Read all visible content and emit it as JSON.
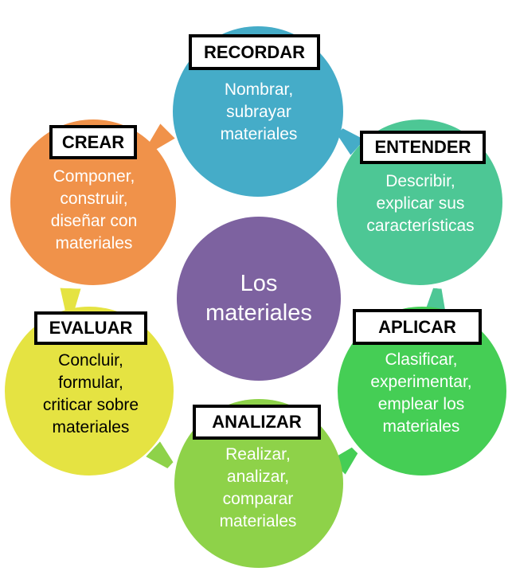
{
  "diagram": {
    "type": "cycle",
    "background": "#FFFFFF",
    "center": {
      "label": "Los\nmateriales",
      "color": "#7D62A0",
      "text_color": "#FFFFFF"
    },
    "nodes": [
      {
        "id": "recordar",
        "title": "RECORDAR",
        "body": "Nombrar,\nsubrayar\nmateriales",
        "color": "#45ACC8",
        "text_color": "#FFFFFF"
      },
      {
        "id": "entender",
        "title": "ENTENDER",
        "body": "Describir,\nexplicar sus\ncaracterísticas",
        "color": "#4DC795",
        "text_color": "#FFFFFF"
      },
      {
        "id": "aplicar",
        "title": "APLICAR",
        "body": "Clasificar,\nexperimentar,\nemplear los\nmateriales",
        "color": "#45CE55",
        "text_color": "#FFFFFF"
      },
      {
        "id": "analizar",
        "title": "ANALIZAR",
        "body": "Realizar,\nanalizar,\ncomparar\nmateriales",
        "color": "#8ED249",
        "text_color": "#FFFFFF"
      },
      {
        "id": "evaluar",
        "title": "EVALUAR",
        "body": "Concluir,\nformular,\ncriticar sobre\nmateriales",
        "color": "#E5E342",
        "text_color": "#000000"
      },
      {
        "id": "crear",
        "title": "CREAR",
        "body": "Componer,\nconstruir,\ndiseñar con\nmateriales",
        "color": "#F0924A",
        "text_color": "#FFFFFF"
      }
    ],
    "connectors": [
      {
        "from": "crear",
        "to": "recordar",
        "color": "#F0924A"
      },
      {
        "from": "recordar",
        "to": "entender",
        "color": "#45ACC8"
      },
      {
        "from": "entender",
        "to": "aplicar",
        "color": "#4DC795"
      },
      {
        "from": "aplicar",
        "to": "analizar",
        "color": "#45CE55"
      },
      {
        "from": "analizar",
        "to": "evaluar",
        "color": "#8ED249"
      },
      {
        "from": "evaluar",
        "to": "crear",
        "color": "#E5E342"
      }
    ],
    "title_box": {
      "background": "#FFFFFF",
      "border_color": "#000000"
    }
  }
}
